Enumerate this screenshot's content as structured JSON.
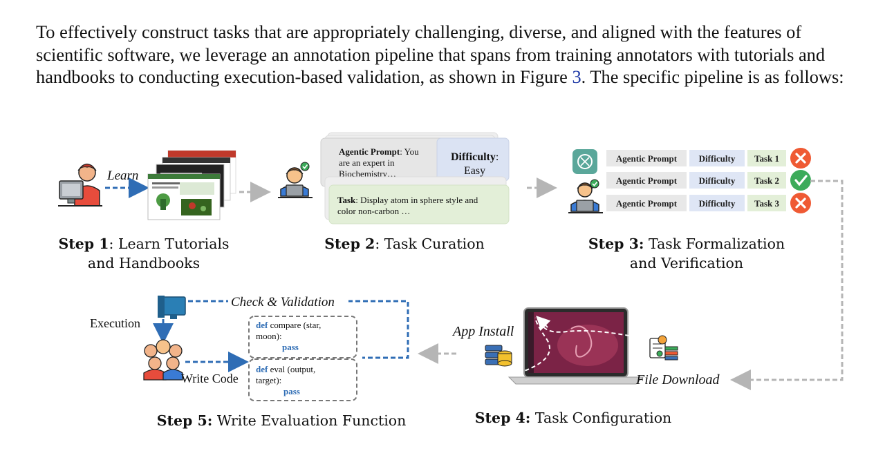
{
  "paragraph": {
    "before_link": "To effectively construct tasks that are appropriately challenging, diverse, and aligned with the features of scientific software, we leverage an annotation pipeline that spans from training annotators with tutorials and handbooks to conducting execution-based validation, as shown in Figure ",
    "link": "3",
    "after_link": ". The specific pipeline is as follows:"
  },
  "figure": {
    "step1": {
      "bold": "Step 1",
      "rest": ": Learn Tutorials",
      "line2": "and Handbooks",
      "arrow_label": "Learn"
    },
    "step2": {
      "bold": "Step 2",
      "rest": ": Task Curation",
      "prompt_bold": "Agentic Prompt",
      "prompt_line1": ": You",
      "prompt_line2": "are an expert in",
      "prompt_line3": "Biochemistry…",
      "difficulty_bold": "Difficulty",
      "difficulty_colon": ":",
      "difficulty_value": "Easy",
      "task_bold": "Task",
      "task_line1": ": Display atom in sphere style and",
      "task_line2": "color non-carbon …"
    },
    "step3": {
      "bold": "Step 3:",
      "rest": " Task Formalization",
      "line2": "and Verification",
      "rows": [
        {
          "prompt": "Agentic Prompt",
          "difficulty": "Difficulty",
          "task": "Task 1",
          "status": "fail"
        },
        {
          "prompt": "Agentic Prompt",
          "difficulty": "Difficulty",
          "task": "Task 2",
          "status": "pass"
        },
        {
          "prompt": "Agentic Prompt",
          "difficulty": "Difficulty",
          "task": "Task 3",
          "status": "fail"
        }
      ]
    },
    "step4": {
      "bold": "Step 4:",
      "rest": " Task Configuration",
      "app_install": "App Install",
      "file_download": "File Download"
    },
    "step5": {
      "bold": "Step 5:",
      "rest": " Write Evaluation Function",
      "check_validation": "Check & Validation",
      "execution": "Execution",
      "write_code": "Write Code",
      "code1_kw": "def",
      "code1_l1": " compare (star,",
      "code1_l2": "moon):",
      "code1_pass": "pass",
      "code2_kw": "def",
      "code2_l1": " eval (output,",
      "code2_l2": "target):",
      "code2_pass": "pass"
    }
  },
  "colors": {
    "blue_arrow": "#2f6db5",
    "gray_arrow": "#b5b5b5",
    "cell_gray": "#e8e8e8",
    "cell_blue": "#dfe6f5",
    "cell_green": "#e3efd8",
    "fail_red": "#ef5a34",
    "pass_green": "#3cab5a"
  }
}
